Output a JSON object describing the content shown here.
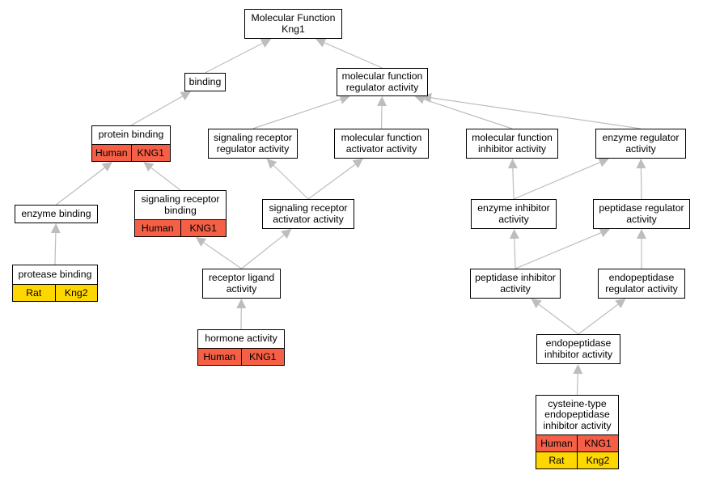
{
  "diagram": {
    "colors": {
      "edge": "#bdbdbd",
      "human_row": "#f45f45",
      "rat_row": "#ffd700"
    },
    "nodes": {
      "root": {
        "label": "Molecular Function\nKng1"
      },
      "binding": {
        "label": "binding"
      },
      "mfra": {
        "label": "molecular function\nregulator activity"
      },
      "protein_binding": {
        "label": "protein binding",
        "rows": [
          [
            "Human",
            "KNG1"
          ]
        ]
      },
      "srra": {
        "label": "signaling receptor\nregulator activity"
      },
      "mfaa": {
        "label": "molecular function\nactivator activity"
      },
      "mfia": {
        "label": "molecular function\ninhibitor activity"
      },
      "era": {
        "label": "enzyme regulator\nactivity"
      },
      "signaling_receptor_binding": {
        "label": "signaling receptor\nbinding",
        "rows": [
          [
            "Human",
            "KNG1"
          ]
        ]
      },
      "sraa": {
        "label": "signaling receptor\nactivator activity"
      },
      "enzyme_inhibitor": {
        "label": "enzyme inhibitor\nactivity"
      },
      "peptidase_regulator": {
        "label": "peptidase regulator\nactivity"
      },
      "enzyme_binding": {
        "label": "enzyme binding"
      },
      "protease_binding": {
        "label": "protease binding",
        "rows": [
          [
            "Rat",
            "Kng2"
          ]
        ]
      },
      "receptor_ligand": {
        "label": "receptor ligand\nactivity"
      },
      "peptidase_inhibitor": {
        "label": "peptidase inhibitor\nactivity"
      },
      "endopeptidase_regulator": {
        "label": "endopeptidase\nregulator activity"
      },
      "hormone": {
        "label": "hormone activity",
        "rows": [
          [
            "Human",
            "KNG1"
          ]
        ]
      },
      "endopeptidase_inhibitor": {
        "label": "endopeptidase\ninhibitor activity"
      },
      "cysteine": {
        "label": "cysteine-type\nendopeptidase\ninhibitor activity",
        "rows": [
          [
            "Human",
            "KNG1"
          ],
          [
            "Rat",
            "Kng2"
          ]
        ]
      }
    },
    "edges": [
      [
        "binding",
        "root"
      ],
      [
        "mfra",
        "root"
      ],
      [
        "protein_binding",
        "binding"
      ],
      [
        "srra",
        "mfra"
      ],
      [
        "mfaa",
        "mfra"
      ],
      [
        "mfia",
        "mfra"
      ],
      [
        "era",
        "mfra"
      ],
      [
        "enzyme_binding",
        "protein_binding"
      ],
      [
        "signaling_receptor_binding",
        "protein_binding"
      ],
      [
        "sraa",
        "srra"
      ],
      [
        "sraa",
        "mfaa"
      ],
      [
        "enzyme_inhibitor",
        "mfia"
      ],
      [
        "enzyme_inhibitor",
        "era"
      ],
      [
        "peptidase_regulator",
        "era"
      ],
      [
        "protease_binding",
        "enzyme_binding"
      ],
      [
        "receptor_ligand",
        "signaling_receptor_binding"
      ],
      [
        "receptor_ligand",
        "sraa"
      ],
      [
        "hormone",
        "receptor_ligand"
      ],
      [
        "peptidase_inhibitor",
        "enzyme_inhibitor"
      ],
      [
        "peptidase_inhibitor",
        "peptidase_regulator"
      ],
      [
        "endopeptidase_regulator",
        "peptidase_regulator"
      ],
      [
        "endopeptidase_inhibitor",
        "peptidase_inhibitor"
      ],
      [
        "endopeptidase_inhibitor",
        "endopeptidase_regulator"
      ],
      [
        "cysteine",
        "endopeptidase_inhibitor"
      ]
    ]
  }
}
